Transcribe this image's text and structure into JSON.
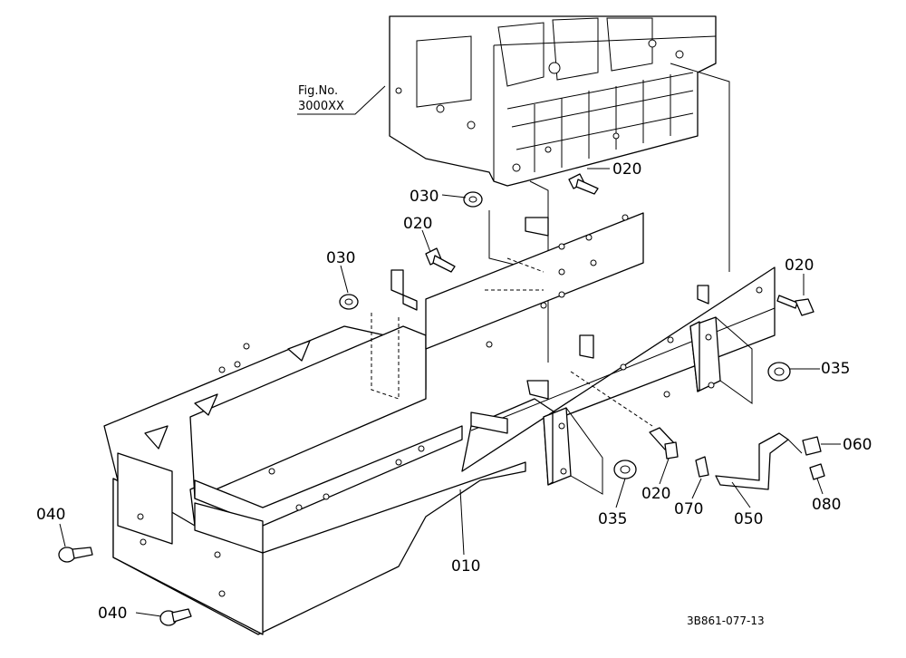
{
  "figure_reference": {
    "line1": "Fig.No.",
    "line2": "3000XX"
  },
  "callouts": {
    "c_020_top": "020",
    "c_030_upper": "030",
    "c_020_mid": "020",
    "c_030_left": "030",
    "c_020_right": "020",
    "c_035_right": "035",
    "c_060": "060",
    "c_080": "080",
    "c_050": "050",
    "c_070": "070",
    "c_020_bottom": "020",
    "c_035_bottom": "035",
    "c_010": "010",
    "c_040_left": "040",
    "c_040_bottom": "040"
  },
  "drawing_code": "3B861-077-13"
}
